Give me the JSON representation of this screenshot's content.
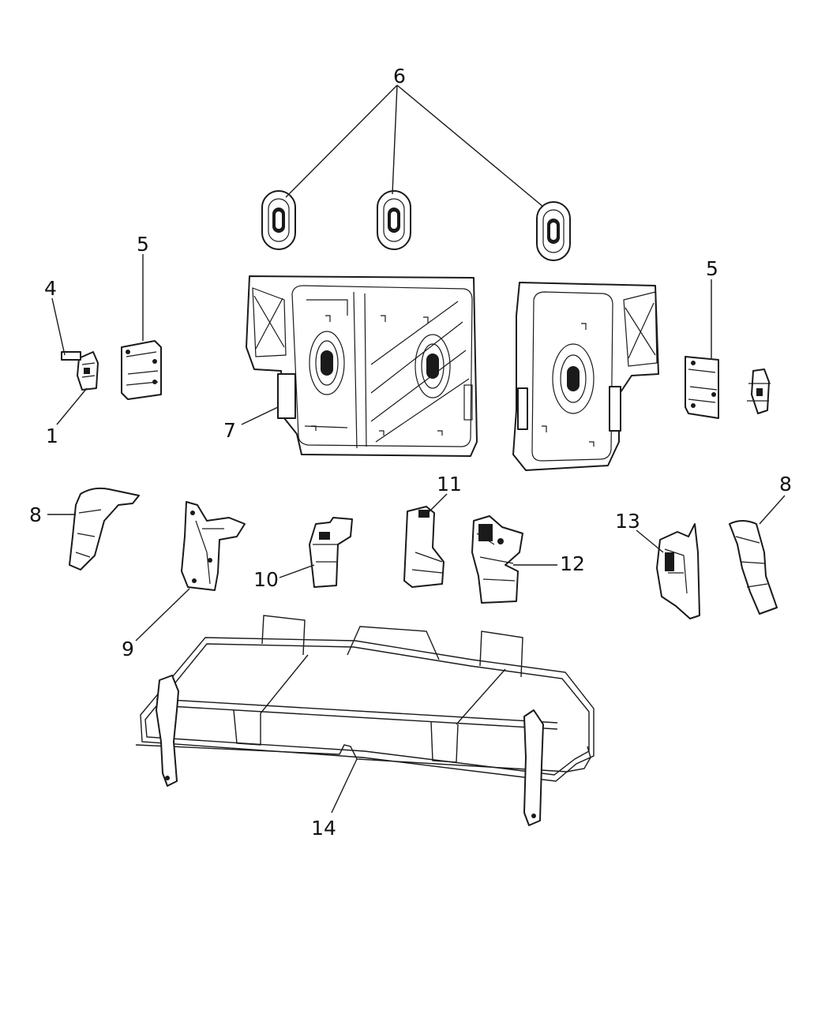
{
  "callouts": {
    "c1": "1",
    "c4": "4",
    "c5_left": "5",
    "c5_right": "5",
    "c6": "6",
    "c7": "7",
    "c8_left": "8",
    "c8_right": "8",
    "c9": "9",
    "c10": "10",
    "c11": "11",
    "c12": "12",
    "c13": "13",
    "c14": "14"
  }
}
